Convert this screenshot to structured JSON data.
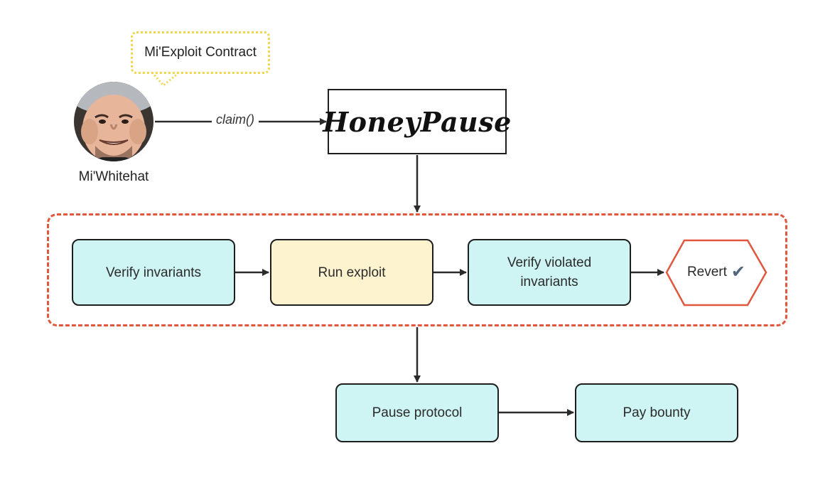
{
  "speech_bubble": {
    "text": "Mi'Exploit Contract"
  },
  "actor": {
    "label": "Mi'Whitehat"
  },
  "call": {
    "label": "claim()"
  },
  "contract": {
    "name": "HoneyPause"
  },
  "steps": [
    {
      "label": "Verify invariants"
    },
    {
      "label": "Run exploit"
    },
    {
      "label": "Verify violated invariants"
    },
    {
      "label": "Revert",
      "icon": "check-icon"
    }
  ],
  "outcome_steps": [
    {
      "label": "Pause protocol"
    },
    {
      "label": "Pay bounty"
    }
  ],
  "colors": {
    "step_fill": "#cef4f4",
    "exploit_fill": "#fdf3cf",
    "group_border": "#e0573e",
    "revert_border": "#e0573e",
    "bubble_border": "#f1d64a"
  }
}
